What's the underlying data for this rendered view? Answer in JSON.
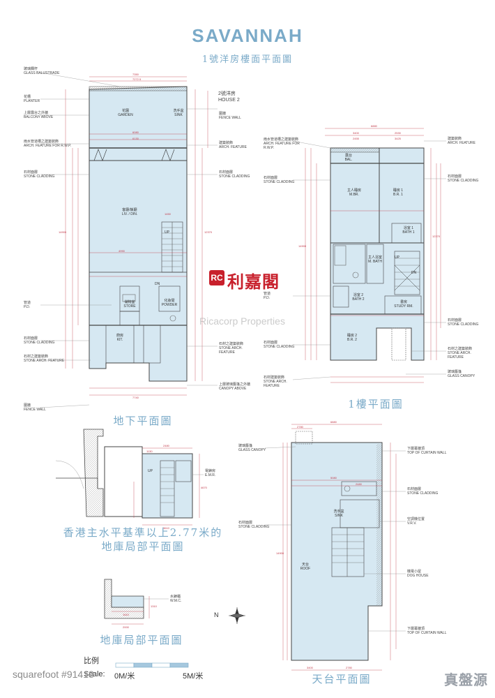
{
  "header": {
    "title": "SAVANNAH",
    "subtitle": "1號洋房樓面平面圖"
  },
  "captions": {
    "basement": "地下平面圖",
    "first_floor": "1樓平面圖",
    "basement_partial_277": "香港主水平基準以上2.77米的",
    "basement_partial_277_b": "地庫局部平面圖",
    "basement_partial": "地庫局部平面圖",
    "roof": "天台平面圖"
  },
  "basement_plan": {
    "left_labels": [
      {
        "cn": "玻璃欄杆",
        "en": "GLASS BALUSTRADE"
      },
      {
        "cn": "花槽",
        "en": "PLANTER"
      },
      {
        "cn": "上層露台之外牆",
        "en": "BALCONY ABOVE"
      },
      {
        "cn": "雨水管道槽之建築裝飾",
        "en": "ARCH. FEATURE FOR R.W.P."
      },
      {
        "cn": "石材面層",
        "en": "STONE CLADDING"
      },
      {
        "cn": "管道",
        "en": "P.D."
      },
      {
        "cn": "石材面層",
        "en": "STONE CLADDING"
      },
      {
        "cn": "石材之建築裝飾",
        "en": "STONE ARCH. FEATURE"
      },
      {
        "cn": "圍牆",
        "en": "FENCE WALL"
      }
    ],
    "right_labels": [
      {
        "cn": "2號洋房",
        "en": "HOUSE 2"
      },
      {
        "cn": "圍牆",
        "en": "FENCE WALL"
      },
      {
        "cn": "建築裝飾",
        "en": "ARCH. FEATURE"
      },
      {
        "cn": "石材面層",
        "en": "STONE CLADDING"
      },
      {
        "cn": "石材之建築裝飾",
        "en": "STONE ARCH. FEATURE"
      },
      {
        "cn": "上層玻璃簷篷之外牆",
        "en": "CANOPY ABOVE"
      }
    ],
    "rooms": {
      "garden_cn": "花園",
      "garden_en": "GARDEN",
      "sink_cn": "洗手盆",
      "sink_en": "SINK",
      "liv_cn": "客廳/飯廳",
      "liv_en": "LIV. / DIN.",
      "store_cn": "儲物室",
      "store_en": "STORE",
      "powder_cn": "化妝間",
      "powder_en": "POWDER",
      "kit_cn": "廚房",
      "kit_en": "KIT.",
      "up": "UP",
      "dn": "DN"
    },
    "dims": [
      "7350",
      "7272.5",
      "6080",
      "6130",
      "4990",
      "1450",
      "7740",
      "12370",
      "14900"
    ]
  },
  "first_floor_plan": {
    "left_labels": [
      {
        "cn": "雨水管道槽之建築裝飾",
        "en": "ARCH. FEATURE FOR R.W.P."
      },
      {
        "cn": "石材面層",
        "en": "STONE CLADDING"
      },
      {
        "cn": "管道",
        "en": "P.D."
      },
      {
        "cn": "石材面層",
        "en": "STONE CLADDING"
      },
      {
        "cn": "石材建築裝飾",
        "en": "STONE ARCH. FEATURE"
      }
    ],
    "right_labels": [
      {
        "cn": "建築裝飾",
        "en": "ARCH. FEATURE"
      },
      {
        "cn": "石材面層",
        "en": "STONE CLADDING"
      },
      {
        "cn": "石材面層",
        "en": "STONE CLADDING"
      },
      {
        "cn": "石材之建築裝飾",
        "en": "STONE ARCH. FEATURE"
      },
      {
        "cn": "玻璃簷篷",
        "en": "GLASS CANOPY"
      }
    ],
    "rooms": {
      "bal_cn": "露台",
      "bal_en": "BAL.",
      "mbr_cn": "主人睡房",
      "mbr_en": "M.BR.",
      "br1_cn": "睡房 1",
      "br1_en": "B.R. 1",
      "bath1_cn": "浴室 1",
      "bath1_en": "BATH 1",
      "mbath_cn": "主人浴室",
      "mbath_en": "M. BATH",
      "bath2_cn": "浴室 2",
      "bath2_en": "BATH 2",
      "study_cn": "書房",
      "study_en": "STUDY RM.",
      "br2_cn": "睡房 2",
      "br2_en": "B.R. 2",
      "up": "UP",
      "dn": "DN"
    },
    "dims": [
      "6880",
      "3400",
      "2530",
      "2455",
      "3425",
      "14900",
      "12370"
    ]
  },
  "partial_plan_277": {
    "labels": [
      {
        "cn": "電錶房",
        "en": "E.M.R."
      }
    ],
    "dims": [
      "2480",
      "3610",
      "1130",
      "4670"
    ],
    "up": "UP"
  },
  "partial_plan": {
    "labels": [
      {
        "cn": "水錶櫃",
        "en": "W.M.C."
      }
    ],
    "dims": [
      "1610",
      "2000",
      "1310"
    ]
  },
  "roof_plan": {
    "left_labels": [
      {
        "cn": "玻璃簷篷",
        "en": "GLASS CANOPY"
      },
      {
        "cn": "石材面層",
        "en": "STONE CLADDING"
      }
    ],
    "right_labels": [
      {
        "cn": "下層幕牆頂",
        "en": "TOP OF CURTAIN WALL"
      },
      {
        "cn": "石材面層",
        "en": "STONE CLADDING"
      },
      {
        "cn": "空調機位置",
        "en": "V.R.V."
      },
      {
        "cn": "機電小屋",
        "en": "DOG HOUSE"
      },
      {
        "cn": "下層幕牆頂",
        "en": "TOP OF CURTAIN WALL"
      }
    ],
    "rooms": {
      "roof_cn": "天台",
      "roof_en": "ROOF",
      "sink_cn": "洗手盆",
      "sink_en": "SINK"
    },
    "dims": [
      "6880",
      "2780",
      "5080",
      "2480",
      "14900",
      "3400",
      "2780"
    ]
  },
  "scale": {
    "title": "比例",
    "label": "Scale:",
    "start": "0M/米",
    "end": "5M/米"
  },
  "north": "N",
  "logo": {
    "mark": "RC",
    "name": "利嘉閣"
  },
  "watermarks": {
    "center": "Ricacorp Properties",
    "footer": "squarefoot #91418",
    "brand": "真盤源"
  },
  "colors": {
    "accent": "#7aaac8",
    "plan_fill": "#d6e8f2",
    "dim_red": "#c23a4a",
    "logo_red": "#c8202c"
  }
}
